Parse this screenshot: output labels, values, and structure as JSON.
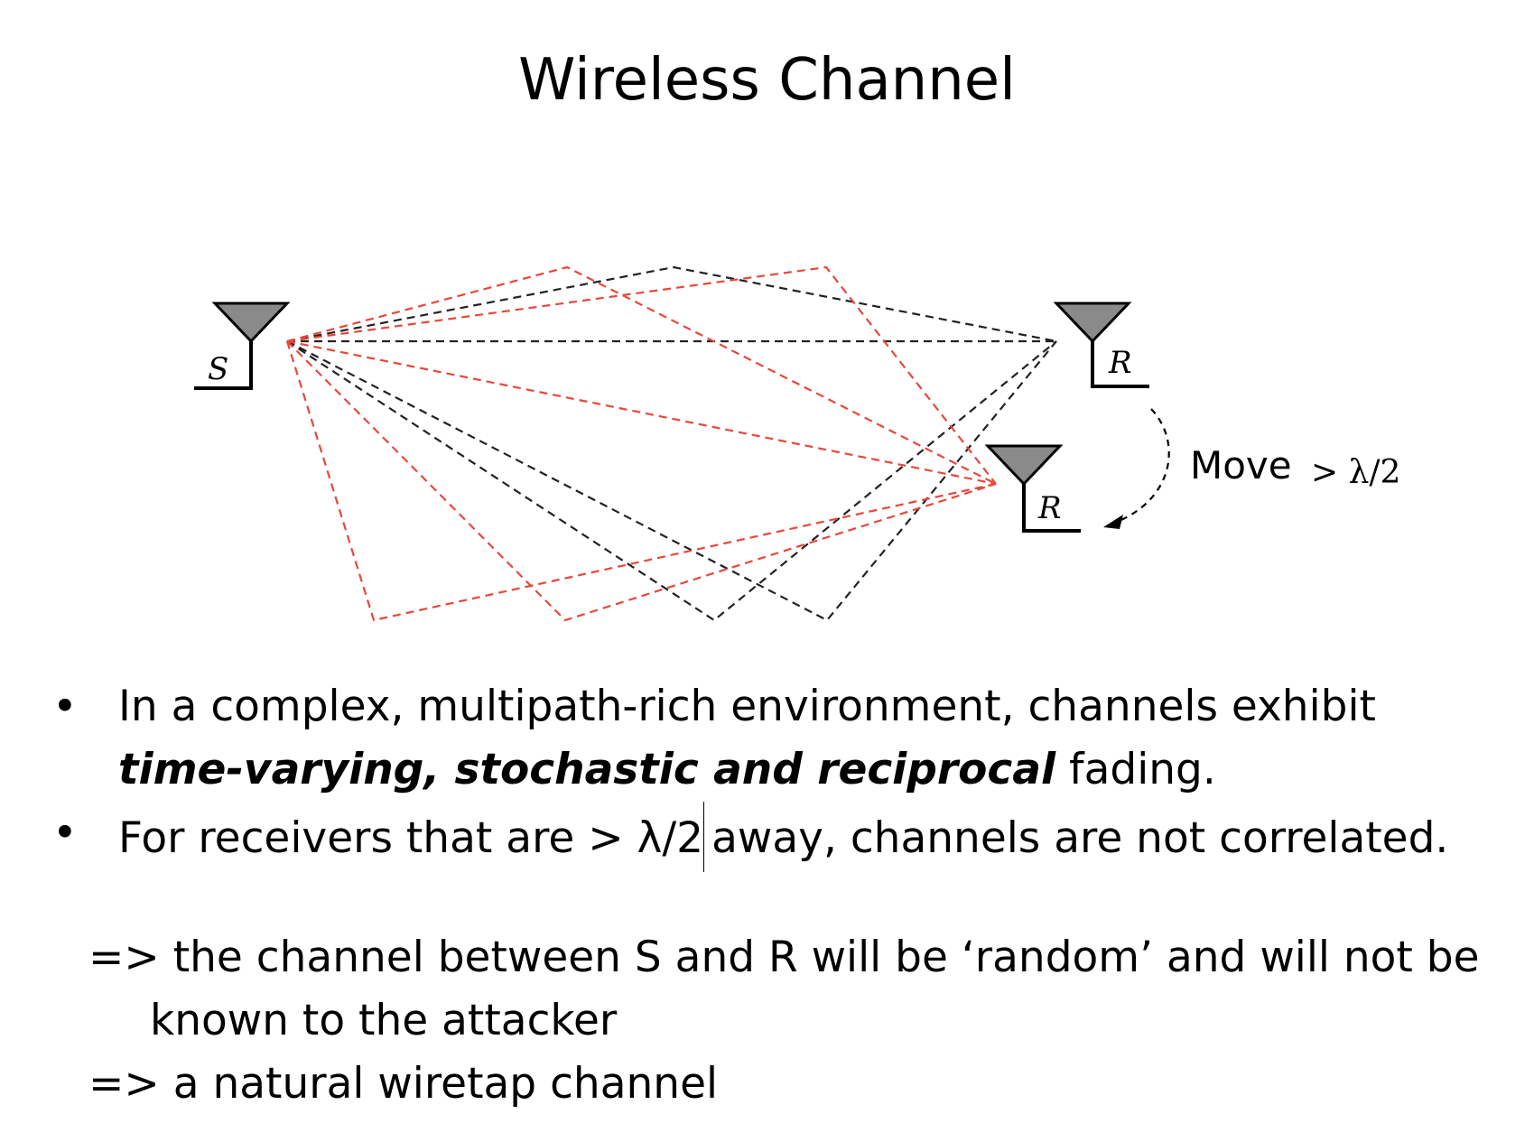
{
  "title": "Wireless Channel",
  "diagram": {
    "source_label": "S",
    "receiver_label": "R",
    "receiver_moved_label": "R",
    "move_text": "Move",
    "move_math": "> λ/2",
    "colors": {
      "path_red": "#e8473b",
      "path_black": "#222222",
      "antenna_fill": "#8a8a8a"
    }
  },
  "bullets": [
    {
      "text_before": "In a complex, multipath-rich environment, channels exhibit",
      "emphasis": "time-varying, stochastic and reciprocal",
      "text_after": " fading."
    },
    {
      "text_before": "For receivers that are > λ/2",
      "text_after": "away, channels are not correlated."
    }
  ],
  "consequences": {
    "line1": "=> the channel between S and R will be ‘random’ and will not be",
    "line1_cont": "known to the attacker",
    "line2": "=> a natural wiretap channel"
  }
}
